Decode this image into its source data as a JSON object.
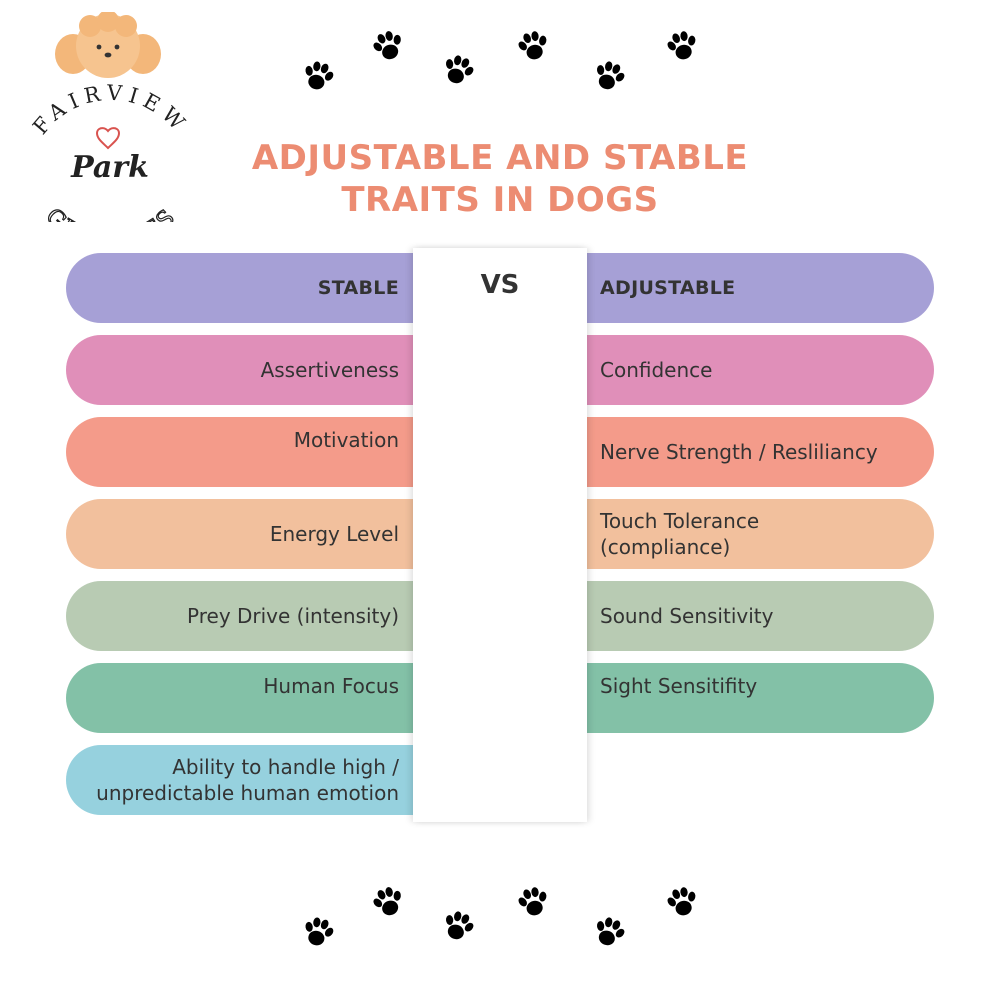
{
  "logo": {
    "arc_text": "FAIRVIEW",
    "script_text": "Park",
    "bottom_text": "GROODLES",
    "face_icon": "dog-face-icon",
    "heart_icon": "heart-icon"
  },
  "title": {
    "line1": "ADJUSTABLE AND STABLE",
    "line2": "TRAITS IN DOGS"
  },
  "vs_label": "VS",
  "headers": {
    "stable": "STABLE",
    "adjustable": "ADJUSTABLE"
  },
  "stable_traits": [
    "Assertiveness",
    "Motivation",
    "Energy Level",
    "Prey Drive (intensity)",
    "Human Focus",
    "Ability to handle high / unpredictable human emotion"
  ],
  "adjustable_traits": [
    "Confidence",
    "Nerve Strength / Resliliancy",
    "Touch Tolerance (compliance)",
    "Sound Sensitivity",
    "Sight Sensitifity"
  ],
  "colors": {
    "title": "#ec8c72",
    "header": "#a6a0d6",
    "row1": "#e08fb9",
    "row2": "#f49b8a",
    "row3": "#f2c09d",
    "row4": "#b8cbb3",
    "row5": "#83c1a7",
    "row6": "#96d1de"
  },
  "decorations": {
    "paw_icon": "paw-print-icon"
  }
}
